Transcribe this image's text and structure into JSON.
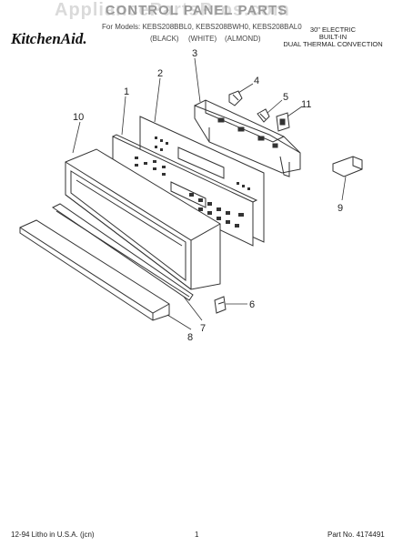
{
  "watermark": "AppliancePartsPros.com",
  "title": "CONTROL PANEL PARTS",
  "brand": "KitchenAid.",
  "models_line": "For Models: KEBS208BBL0, KEBS208BWH0, KEBS208BAL0",
  "colors": [
    "(BLACK)",
    "(WHITE)",
    "(ALMOND)"
  ],
  "description": [
    "30\" ELECTRIC",
    "BUILT-IN",
    "DUAL THERMAL CONVECTION"
  ],
  "callouts": [
    "1",
    "2",
    "3",
    "4",
    "5",
    "6",
    "7",
    "8",
    "9",
    "10",
    "11"
  ],
  "footer": {
    "litho": "12-94 Litho in U.S.A. (jcn)",
    "page": "1",
    "part_no": "Part No. 4174491"
  }
}
